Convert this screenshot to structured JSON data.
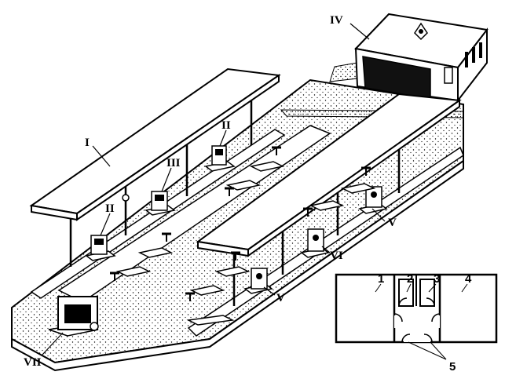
{
  "labels": {
    "canopy_left": "I",
    "unit_ii_a": "II",
    "unit_ii_b": "II",
    "unit_iii": "III",
    "building": "IV",
    "unit_v_a": "V",
    "unit_v_b": "V",
    "unit_vi": "VI",
    "unit_vii": "VII"
  },
  "plan": {
    "room_1": "1",
    "room_2": "2",
    "room_3": "3",
    "room_4": "4",
    "room_5": "5"
  }
}
